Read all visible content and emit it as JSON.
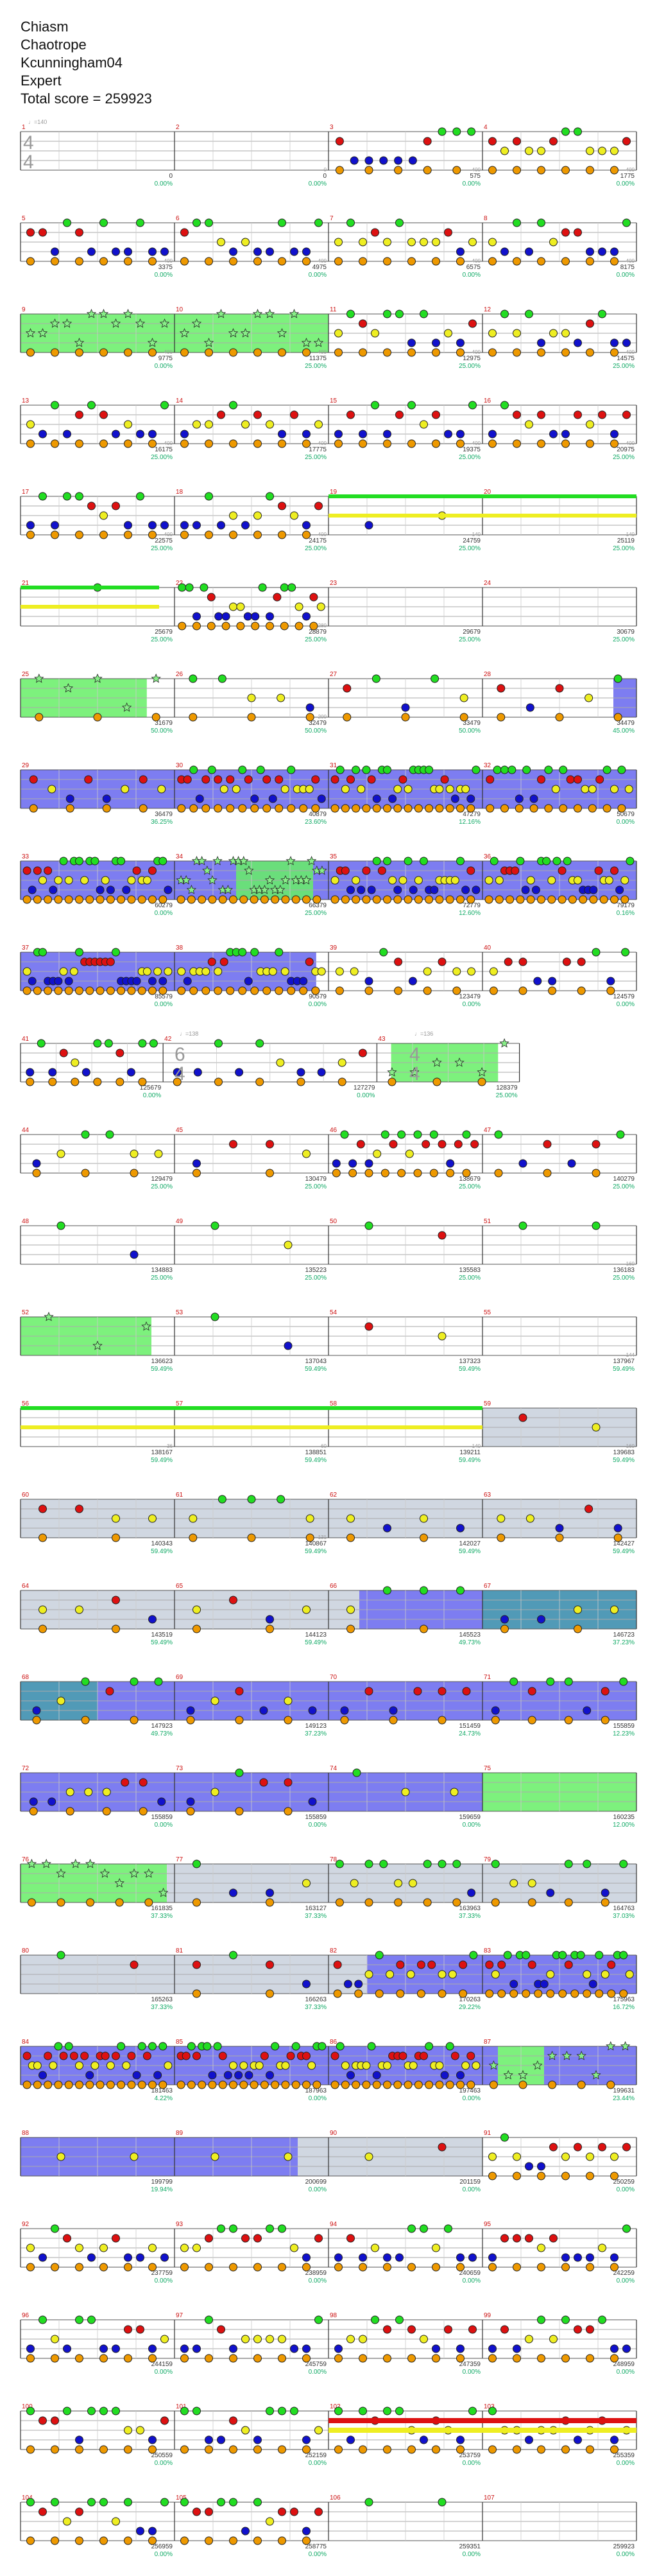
{
  "header": {
    "song": "Chiasm",
    "artist": "Chaotrope",
    "charter": "Kcunningham04",
    "difficulty": "Expert",
    "total_score_label": "Total score = 259923"
  },
  "colors": {
    "green": "#22dd22",
    "red": "#dd1111",
    "yellow": "#eeee22",
    "blue": "#1111cc",
    "orange": "#ee9900",
    "purple": "#8800aa",
    "star_fill": "#88ee88",
    "sp_green": "#66ee66",
    "sp_blue": "#6666ee",
    "sp_grey": "#c8d0dc",
    "sp_teal": "#3388aa",
    "measure_num": "#cc1111",
    "score_text": "#333333",
    "pct_text": "#11aa66",
    "aux_text": "#999999"
  },
  "icons": {
    "note": "circle",
    "star_note": "star",
    "time_signature": "stacked-digits"
  },
  "time_signatures": [
    {
      "measure": 1,
      "top": "4",
      "bottom": "4"
    },
    {
      "measure": 42,
      "top": "6",
      "bottom": "4"
    },
    {
      "measure": 43,
      "top": "4",
      "bottom": "4"
    }
  ],
  "tempo_labels": [
    "♩=140",
    "♩=138",
    "♩=136"
  ],
  "rows": [
    {
      "measures": [
        1,
        2,
        3,
        4
      ],
      "scores": [
        "0",
        "0",
        "575",
        "1775"
      ],
      "pcts": [
        "0.00%",
        "0.00%",
        "0.00%",
        "0.00%"
      ],
      "aux": [
        "",
        "0",
        "400",
        "400"
      ],
      "sp": [],
      "density": [
        0,
        0,
        10,
        12
      ]
    },
    {
      "measures": [
        5,
        6,
        7,
        8
      ],
      "scores": [
        "3375",
        "4975",
        "6575",
        "8175"
      ],
      "pcts": [
        "0.00%",
        "0.00%",
        "0.00%",
        "0.00%"
      ],
      "aux": [
        "400",
        "400",
        "400",
        "400"
      ],
      "sp": [],
      "density": [
        12,
        12,
        12,
        12
      ]
    },
    {
      "measures": [
        9,
        10,
        11,
        12
      ],
      "scores": [
        "9775",
        "11375",
        "12975",
        "14575"
      ],
      "pcts": [
        "0.00%",
        "25.00%",
        "25.00%",
        "25.00%"
      ],
      "aux": [
        "400",
        "400",
        "400",
        "400"
      ],
      "sp": [
        {
          "color": "sp_green",
          "m0": 0,
          "m1": 2
        }
      ],
      "density": [
        12,
        12,
        12,
        12
      ]
    },
    {
      "measures": [
        13,
        14,
        15,
        16
      ],
      "scores": [
        "16175",
        "17775",
        "19375",
        "20975"
      ],
      "pcts": [
        "25.00%",
        "25.00%",
        "25.00%",
        "25.00%"
      ],
      "aux": [
        "400",
        "400",
        "400",
        "400"
      ],
      "sp": [],
      "density": [
        12,
        12,
        12,
        12
      ]
    },
    {
      "measures": [
        17,
        18,
        19,
        20
      ],
      "scores": [
        "22575",
        "24175",
        "24759",
        "25119"
      ],
      "pcts": [
        "25.00%",
        "25.00%",
        "25.00%",
        "25.00%"
      ],
      "aux": [
        "400",
        "400",
        "140",
        "140"
      ],
      "sp": [],
      "density": [
        12,
        12,
        2,
        0
      ]
    },
    {
      "measures": [
        21,
        22,
        23,
        24
      ],
      "scores": [
        "25679",
        "28879",
        "29679",
        "30679"
      ],
      "pcts": [
        "25.00%",
        "25.00%",
        "25.00%",
        "25.00%"
      ],
      "aux": [
        "",
        "280",
        "",
        ""
      ],
      "sp": [],
      "density": [
        1,
        20,
        0,
        0
      ]
    },
    {
      "measures": [
        25,
        26,
        27,
        28
      ],
      "scores": [
        "31679",
        "32479",
        "33479",
        "34479"
      ],
      "pcts": [
        "50.00%",
        "50.00%",
        "50.00%",
        "45.00%"
      ],
      "aux": [
        "",
        "200",
        "",
        ""
      ],
      "sp": [
        {
          "color": "sp_green",
          "m0": 0,
          "m1": 0.82
        },
        {
          "color": "sp_blue",
          "m0": 3.85,
          "m1": 4
        }
      ],
      "density": [
        5,
        5,
        5,
        5
      ]
    },
    {
      "measures": [
        29,
        30,
        31,
        32
      ],
      "scores": [
        "36479",
        "40879",
        "47279",
        "50679"
      ],
      "pcts": [
        "36.25%",
        "23.60%",
        "12.16%",
        "0.00%"
      ],
      "aux": [
        "",
        "",
        "",
        ""
      ],
      "sp": [
        {
          "color": "sp_blue",
          "m0": 0,
          "m1": 4
        }
      ],
      "density": [
        8,
        24,
        28,
        20
      ]
    },
    {
      "measures": [
        33,
        34,
        35,
        36
      ],
      "scores": [
        "60279",
        "66379",
        "72779",
        "79179"
      ],
      "pcts": [
        "0.00%",
        "25.00%",
        "12.60%",
        "0.16%"
      ],
      "aux": [
        "",
        "",
        "",
        ""
      ],
      "sp": [
        {
          "color": "sp_blue",
          "m0": 0,
          "m1": 4
        },
        {
          "color": "sp_green",
          "m0": 1.4,
          "m1": 1.9
        }
      ],
      "density": [
        28,
        28,
        28,
        28
      ]
    },
    {
      "measures": [
        37,
        38,
        39,
        40
      ],
      "scores": [
        "85579",
        "90579",
        "123479",
        "124579"
      ],
      "pcts": [
        "0.00%",
        "0.00%",
        "0.00%",
        "0.00%"
      ],
      "aux": [
        "",
        "",
        "",
        ""
      ],
      "sp": [
        {
          "color": "sp_blue",
          "m0": 0,
          "m1": 1.92
        }
      ],
      "density": [
        28,
        24,
        10,
        10
      ]
    },
    {
      "measures": [
        41,
        42,
        43
      ],
      "scores": [
        "125679",
        "127279",
        "128379"
      ],
      "pcts": [
        "0.00%",
        "0.00%",
        "25.00%"
      ],
      "aux": [
        "",
        "",
        ""
      ],
      "sp": [
        {
          "color": "sp_green",
          "m0": 2.1,
          "m1": 2.85
        }
      ],
      "density": [
        12,
        10,
        6
      ],
      "widths": [
        1,
        1.5,
        1
      ]
    },
    {
      "measures": [
        44,
        45,
        46,
        47
      ],
      "scores": [
        "129479",
        "130479",
        "138679",
        "140279"
      ],
      "pcts": [
        "25.00%",
        "25.00%",
        "25.00%",
        "25.00%"
      ],
      "aux": [
        "",
        "",
        "",
        ""
      ],
      "sp": [],
      "density": [
        6,
        4,
        18,
        6
      ]
    },
    {
      "measures": [
        48,
        49,
        50,
        51
      ],
      "scores": [
        "134883",
        "135223",
        "135583",
        "136183"
      ],
      "pcts": [
        "25.00%",
        "25.00%",
        "25.00%",
        "25.00%"
      ],
      "aux": [
        "",
        "",
        "",
        "160"
      ],
      "sp": [],
      "density": [
        2,
        2,
        2,
        2
      ]
    },
    {
      "measures": [
        52,
        53,
        54,
        55
      ],
      "scores": [
        "136623",
        "137043",
        "137323",
        "137967"
      ],
      "pcts": [
        "59.49%",
        "59.49%",
        "59.49%",
        "59.49%"
      ],
      "aux": [
        "",
        "",
        "",
        "144"
      ],
      "sp": [
        {
          "color": "sp_green",
          "m0": 0,
          "m1": 0.85
        }
      ],
      "density": [
        3,
        2,
        2,
        0
      ]
    },
    {
      "measures": [
        56,
        57,
        58,
        59
      ],
      "scores": [
        "138167",
        "138851",
        "139211",
        "139683"
      ],
      "pcts": [
        "59.49%",
        "59.49%",
        "59.49%",
        "59.49%"
      ],
      "aux": [
        "36",
        "60",
        "140",
        "160"
      ],
      "sp": [
        {
          "color": "sp_grey",
          "m0": 3,
          "m1": 4
        }
      ],
      "density": [
        0,
        0,
        0,
        2
      ]
    },
    {
      "measures": [
        60,
        61,
        62,
        63
      ],
      "scores": [
        "140343",
        "140867",
        "142027",
        "142427"
      ],
      "pcts": [
        "59.49%",
        "59.49%",
        "59.49%",
        "59.49%"
      ],
      "aux": [
        "",
        "131",
        "",
        ""
      ],
      "sp": [
        {
          "color": "sp_grey",
          "m0": 0,
          "m1": 4
        }
      ],
      "density": [
        4,
        5,
        4,
        5
      ]
    },
    {
      "measures": [
        64,
        65,
        66,
        67
      ],
      "scores": [
        "143519",
        "144123",
        "145523",
        "146723"
      ],
      "pcts": [
        "59.49%",
        "59.49%",
        "49.73%",
        "37.23%"
      ],
      "aux": [
        "",
        "",
        "",
        ""
      ],
      "sp": [
        {
          "color": "sp_grey",
          "m0": 0,
          "m1": 2.2
        },
        {
          "color": "sp_blue",
          "m0": 2.2,
          "m1": 3
        },
        {
          "color": "sp_teal",
          "m0": 3,
          "m1": 4
        }
      ],
      "density": [
        4,
        4,
        4,
        4
      ]
    },
    {
      "measures": [
        68,
        69,
        70,
        71
      ],
      "scores": [
        "147923",
        "149123",
        "151459",
        "155859"
      ],
      "pcts": [
        "49.73%",
        "37.23%",
        "24.73%",
        "12.23%"
      ],
      "aux": [
        "",
        "",
        "",
        ""
      ],
      "sp": [
        {
          "color": "sp_teal",
          "m0": 0,
          "m1": 0.5
        },
        {
          "color": "sp_blue",
          "m0": 0.5,
          "m1": 4
        }
      ],
      "density": [
        6,
        6,
        6,
        8
      ]
    },
    {
      "measures": [
        72,
        73,
        74,
        75
      ],
      "scores": [
        "155859",
        "155859",
        "159659",
        "160235"
      ],
      "pcts": [
        "0.00%",
        "0.00%",
        "0.00%",
        "12.00%"
      ],
      "aux": [
        "",
        "",
        "",
        ""
      ],
      "sp": [
        {
          "color": "sp_blue",
          "m0": 0,
          "m1": 3
        },
        {
          "color": "sp_green",
          "m0": 3,
          "m1": 4
        }
      ],
      "density": [
        8,
        6,
        3,
        0
      ]
    },
    {
      "measures": [
        76,
        77,
        78,
        79
      ],
      "scores": [
        "161835",
        "163127",
        "163963",
        "164763"
      ],
      "pcts": [
        "37.33%",
        "37.33%",
        "37.33%",
        "37.03%"
      ],
      "aux": [
        "",
        "",
        "",
        ""
      ],
      "sp": [
        {
          "color": "sp_green",
          "m0": 0,
          "m1": 0.95
        },
        {
          "color": "sp_grey",
          "m0": 0.95,
          "m1": 4
        }
      ],
      "density": [
        10,
        4,
        10,
        8
      ]
    },
    {
      "measures": [
        80,
        81,
        82,
        83
      ],
      "scores": [
        "165263",
        "166263",
        "170263",
        "175963"
      ],
      "pcts": [
        "37.33%",
        "37.33%",
        "29.22%",
        "16.72%"
      ],
      "aux": [
        "",
        "",
        "",
        ""
      ],
      "sp": [
        {
          "color": "sp_grey",
          "m0": 0,
          "m1": 2.25
        },
        {
          "color": "sp_blue",
          "m0": 2.25,
          "m1": 4
        }
      ],
      "density": [
        2,
        4,
        14,
        24
      ]
    },
    {
      "measures": [
        84,
        85,
        86,
        87
      ],
      "scores": [
        "181463",
        "187963",
        "197463",
        "199631"
      ],
      "pcts": [
        "4.22%",
        "0.00%",
        "0.00%",
        "23.44%"
      ],
      "aux": [
        "",
        "",
        "",
        ""
      ],
      "sp": [
        {
          "color": "sp_blue",
          "m0": 0,
          "m1": 3.1
        },
        {
          "color": "sp_green",
          "m0": 3.1,
          "m1": 3.4
        },
        {
          "color": "sp_blue",
          "m0": 3.4,
          "m1": 4
        }
      ],
      "density": [
        28,
        28,
        28,
        10
      ]
    },
    {
      "measures": [
        88,
        89,
        90,
        91
      ],
      "scores": [
        "199799",
        "200699",
        "201159",
        "250259"
      ],
      "pcts": [
        "19.94%",
        "0.00%",
        "0.00%",
        "0.00%"
      ],
      "aux": [
        "",
        "",
        "",
        ""
      ],
      "sp": [
        {
          "color": "sp_blue",
          "m0": 0,
          "m1": 1.8
        },
        {
          "color": "sp_grey",
          "m0": 1.8,
          "m1": 3
        }
      ],
      "density": [
        2,
        2,
        2,
        12
      ]
    },
    {
      "measures": [
        92,
        93,
        94,
        95
      ],
      "scores": [
        "237759",
        "238959",
        "240659",
        "242259"
      ],
      "pcts": [
        "0.00%",
        "0.00%",
        "0.00%",
        "0.00%"
      ],
      "aux": [
        "",
        "",
        "",
        ""
      ],
      "sp": [],
      "density": [
        12,
        12,
        12,
        12
      ]
    },
    {
      "measures": [
        96,
        97,
        98,
        99
      ],
      "scores": [
        "244159",
        "245759",
        "247359",
        "248959"
      ],
      "pcts": [
        "0.00%",
        "0.00%",
        "0.00%",
        "0.00%"
      ],
      "aux": [
        "",
        "",
        "",
        ""
      ],
      "sp": [],
      "density": [
        12,
        12,
        12,
        12
      ]
    },
    {
      "measures": [
        100,
        101,
        102,
        103
      ],
      "scores": [
        "250559",
        "252159",
        "253759",
        "255359"
      ],
      "pcts": [
        "0.00%",
        "0.00%",
        "0.00%",
        "0.00%"
      ],
      "aux": [
        "",
        "",
        "",
        ""
      ],
      "sp": [],
      "density": [
        12,
        12,
        12,
        12
      ]
    },
    {
      "measures": [
        104,
        105,
        106,
        107
      ],
      "scores": [
        "256959",
        "258775",
        "259351",
        "259923"
      ],
      "pcts": [
        "0.00%",
        "0.00%",
        "0.00%",
        "0.00%"
      ],
      "aux": [
        "",
        "",
        "",
        ""
      ],
      "sp": [],
      "density": [
        12,
        12,
        2,
        0
      ]
    }
  ]
}
